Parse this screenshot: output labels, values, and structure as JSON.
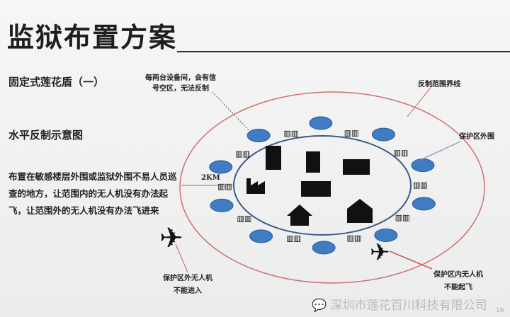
{
  "title": "监狱布置方案",
  "subtitle": "固定式莲花盾（一）",
  "section": "水平反制示意图",
  "description": "布置在敏感楼层外围或监狱外围不易人员巡查的地方，让范围内的无人机没有办法起飞，让范围外的无人机没有办法飞进来",
  "labels": {
    "gap": "每两台设备间，会有信号空区，无法反制",
    "boundary": "反制范围界线",
    "perimeter": "保护区外围",
    "distance": "2KM",
    "outside": "保护区外无人机不能进入",
    "inside": "保护区内无人机不能起飞"
  },
  "watermark": "深圳市莲花百川科技有限公司",
  "page_number": "16",
  "colors": {
    "boundary": "#d07070",
    "device": "#3f7cc4",
    "ring": "#3a5a8a"
  }
}
